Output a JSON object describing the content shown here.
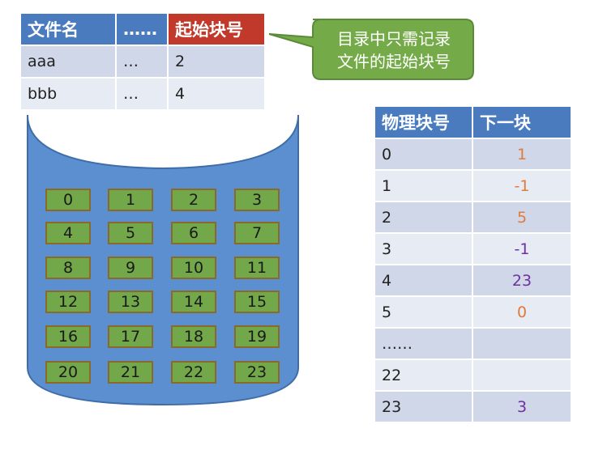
{
  "directory": {
    "headers": [
      "文件名",
      "……",
      "起始块号"
    ],
    "rows": [
      [
        "aaa",
        "…",
        "2"
      ],
      [
        "bbb",
        "…",
        "4"
      ]
    ]
  },
  "callout": {
    "line1": "目录中只需记录",
    "line2": "文件的起始块号"
  },
  "disk": {
    "blocks": [
      "0",
      "1",
      "2",
      "3",
      "4",
      "5",
      "6",
      "7",
      "8",
      "9",
      "10",
      "11",
      "12",
      "13",
      "14",
      "15",
      "16",
      "17",
      "18",
      "19",
      "20",
      "21",
      "22",
      "23"
    ]
  },
  "fat": {
    "headers": [
      "物理块号",
      "下一块"
    ],
    "rows": [
      {
        "block": "0",
        "next": "1",
        "color": "#e07b39"
      },
      {
        "block": "1",
        "next": "-1",
        "color": "#e07b39"
      },
      {
        "block": "2",
        "next": "5",
        "color": "#e07b39"
      },
      {
        "block": "3",
        "next": "-1",
        "color": "#7030a0"
      },
      {
        "block": "4",
        "next": "23",
        "color": "#7030a0"
      },
      {
        "block": "5",
        "next": "0",
        "color": "#e07b39"
      },
      {
        "block": "……",
        "next": "",
        "color": "#e07b39"
      },
      {
        "block": "22",
        "next": "",
        "color": "#e07b39"
      },
      {
        "block": "23",
        "next": "3",
        "color": "#7030a0"
      }
    ]
  },
  "colors": {
    "header_blue": "#4a7bbf",
    "header_red": "#c0392b",
    "disk_blue": "#5b8fd0",
    "block_green": "#72a84a",
    "callout_green": "#74ab48",
    "chain_orange": "#e07b39",
    "chain_purple": "#7030a0"
  }
}
